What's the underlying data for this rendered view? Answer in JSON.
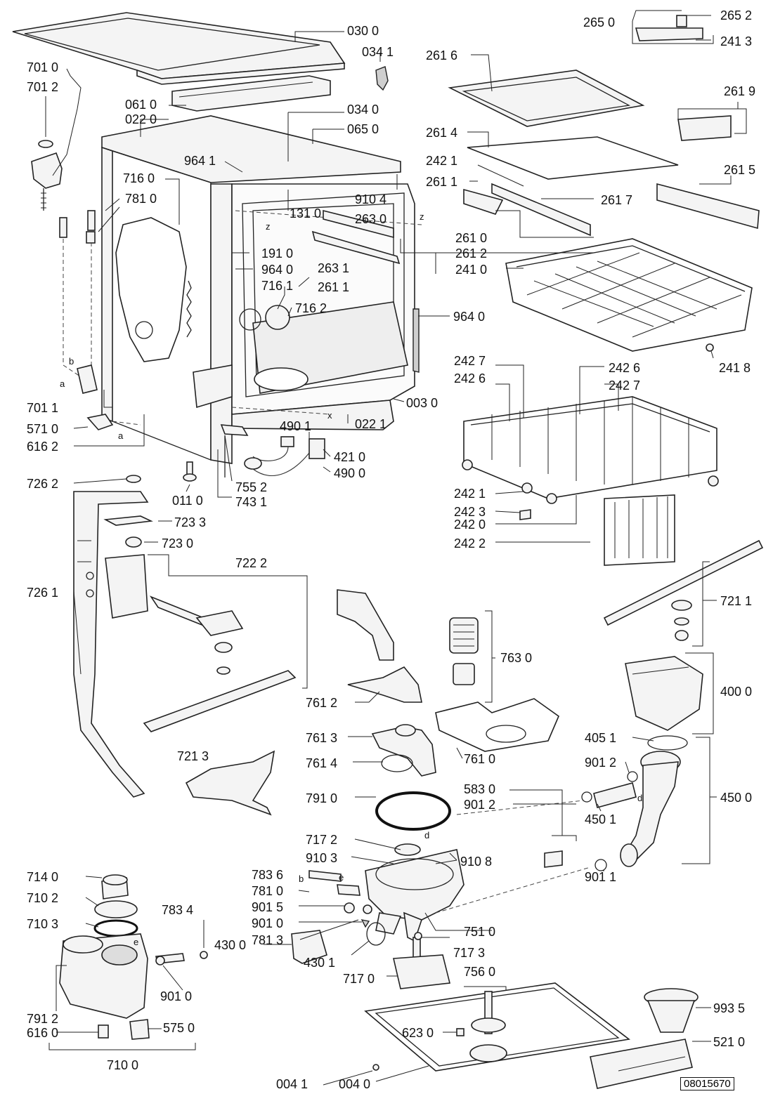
{
  "doc_number": "08015670",
  "labels": [
    {
      "id": "p0300",
      "text": "030 0"
    },
    {
      "id": "p0341",
      "text": "034 1"
    },
    {
      "id": "p7010",
      "text": "701 0"
    },
    {
      "id": "p7012",
      "text": "701 2"
    },
    {
      "id": "p0610",
      "text": "061 0"
    },
    {
      "id": "p0220",
      "text": "022 0"
    },
    {
      "id": "p0340",
      "text": "034 0"
    },
    {
      "id": "p0650",
      "text": "065 0"
    },
    {
      "id": "p9641",
      "text": "964 1"
    },
    {
      "id": "p7160",
      "text": "716 0"
    },
    {
      "id": "p7810a",
      "text": "781 0"
    },
    {
      "id": "p1310",
      "text": "131 0"
    },
    {
      "id": "p9104",
      "text": "910 4"
    },
    {
      "id": "p2630",
      "text": "263 0"
    },
    {
      "id": "p1910",
      "text": "191 0"
    },
    {
      "id": "p9640a",
      "text": "964 0"
    },
    {
      "id": "p7161",
      "text": "716 1"
    },
    {
      "id": "p2611a",
      "text": "261 1"
    },
    {
      "id": "p2631",
      "text": "263 1"
    },
    {
      "id": "p7162",
      "text": "716 2"
    },
    {
      "id": "p9640b",
      "text": "964 0"
    },
    {
      "id": "p0030",
      "text": "003 0"
    },
    {
      "id": "p7011",
      "text": "701 1"
    },
    {
      "id": "p5710",
      "text": "571 0"
    },
    {
      "id": "p6162",
      "text": "616 2"
    },
    {
      "id": "p4901",
      "text": "490 1"
    },
    {
      "id": "p0221",
      "text": "022 1"
    },
    {
      "id": "p4210",
      "text": "421 0"
    },
    {
      "id": "p4900",
      "text": "490 0"
    },
    {
      "id": "p7262",
      "text": "726 2"
    },
    {
      "id": "p0110",
      "text": "011 0"
    },
    {
      "id": "p7552",
      "text": "755 2"
    },
    {
      "id": "p7431",
      "text": "743 1"
    },
    {
      "id": "p7233",
      "text": "723 3"
    },
    {
      "id": "p7230",
      "text": "723 0"
    },
    {
      "id": "p7222",
      "text": "722 2"
    },
    {
      "id": "p7261",
      "text": "726 1"
    },
    {
      "id": "p2650",
      "text": "265 0"
    },
    {
      "id": "p2652",
      "text": "265 2"
    },
    {
      "id": "p2413",
      "text": "241 3"
    },
    {
      "id": "p2616",
      "text": "261 6"
    },
    {
      "id": "p2619",
      "text": "261 9"
    },
    {
      "id": "p2614",
      "text": "261 4"
    },
    {
      "id": "p2421a",
      "text": "242 1"
    },
    {
      "id": "p2611b",
      "text": "261 1"
    },
    {
      "id": "p2615",
      "text": "261 5"
    },
    {
      "id": "p2617",
      "text": "261 7"
    },
    {
      "id": "p2610",
      "text": "261 0"
    },
    {
      "id": "p2612",
      "text": "261 2"
    },
    {
      "id": "p2410",
      "text": "241 0"
    },
    {
      "id": "p2418",
      "text": "241 8"
    },
    {
      "id": "p2427a",
      "text": "242 7"
    },
    {
      "id": "p2426a",
      "text": "242 6"
    },
    {
      "id": "p2426b",
      "text": "242 6"
    },
    {
      "id": "p2427b",
      "text": "242 7"
    },
    {
      "id": "p2421b",
      "text": "242 1"
    },
    {
      "id": "p2423",
      "text": "242 3"
    },
    {
      "id": "p2420",
      "text": "242 0"
    },
    {
      "id": "p2422",
      "text": "242 2"
    },
    {
      "id": "p7211",
      "text": "721 1"
    },
    {
      "id": "p7630",
      "text": "763 0"
    },
    {
      "id": "p4000",
      "text": "400 0"
    },
    {
      "id": "p7612",
      "text": "761 2"
    },
    {
      "id": "p7613",
      "text": "761 3"
    },
    {
      "id": "p4051",
      "text": "405 1"
    },
    {
      "id": "p7213",
      "text": "721 3"
    },
    {
      "id": "p7614",
      "text": "761 4"
    },
    {
      "id": "p7610",
      "text": "761 0"
    },
    {
      "id": "p9012a",
      "text": "901 2"
    },
    {
      "id": "p4500",
      "text": "450 0"
    },
    {
      "id": "p5830",
      "text": "583 0"
    },
    {
      "id": "p9012b",
      "text": "901 2"
    },
    {
      "id": "p7910",
      "text": "791 0"
    },
    {
      "id": "p4501",
      "text": "450 1"
    },
    {
      "id": "p7172",
      "text": "717 2"
    },
    {
      "id": "p9103",
      "text": "910 3"
    },
    {
      "id": "p9108",
      "text": "910 8"
    },
    {
      "id": "p7836",
      "text": "783 6"
    },
    {
      "id": "p7810b",
      "text": "781 0"
    },
    {
      "id": "p9011",
      "text": "901 1"
    },
    {
      "id": "p7140",
      "text": "714 0"
    },
    {
      "id": "p9015",
      "text": "901 5"
    },
    {
      "id": "p7102",
      "text": "710 2"
    },
    {
      "id": "p9010a",
      "text": "901 0"
    },
    {
      "id": "p7834",
      "text": "783 4"
    },
    {
      "id": "p7103",
      "text": "710 3"
    },
    {
      "id": "p7813",
      "text": "781 3"
    },
    {
      "id": "p7510",
      "text": "751 0"
    },
    {
      "id": "p4300",
      "text": "430 0"
    },
    {
      "id": "p7173",
      "text": "717 3"
    },
    {
      "id": "p4301",
      "text": "430 1"
    },
    {
      "id": "p7560",
      "text": "756 0"
    },
    {
      "id": "p7170",
      "text": "717 0"
    },
    {
      "id": "p9010b",
      "text": "901 0"
    },
    {
      "id": "p7912",
      "text": "791 2"
    },
    {
      "id": "p9935",
      "text": "993 5"
    },
    {
      "id": "p6160",
      "text": "616 0"
    },
    {
      "id": "p5750",
      "text": "575 0"
    },
    {
      "id": "p6230",
      "text": "623 0"
    },
    {
      "id": "p5210",
      "text": "521 0"
    },
    {
      "id": "p7100",
      "text": "710 0"
    },
    {
      "id": "p0041",
      "text": "004 1"
    },
    {
      "id": "p0040",
      "text": "004 0"
    }
  ],
  "letters": [
    {
      "id": "l-b1",
      "text": "b"
    },
    {
      "id": "l-a1",
      "text": "a"
    },
    {
      "id": "l-a2",
      "text": "a"
    },
    {
      "id": "l-z1",
      "text": "z"
    },
    {
      "id": "l-z2",
      "text": "z"
    },
    {
      "id": "l-x",
      "text": "x"
    },
    {
      "id": "l-d1",
      "text": "d"
    },
    {
      "id": "l-d2",
      "text": "d"
    },
    {
      "id": "l-b2",
      "text": "b"
    },
    {
      "id": "l-e1",
      "text": "e"
    },
    {
      "id": "l-e2",
      "text": "e"
    }
  ]
}
